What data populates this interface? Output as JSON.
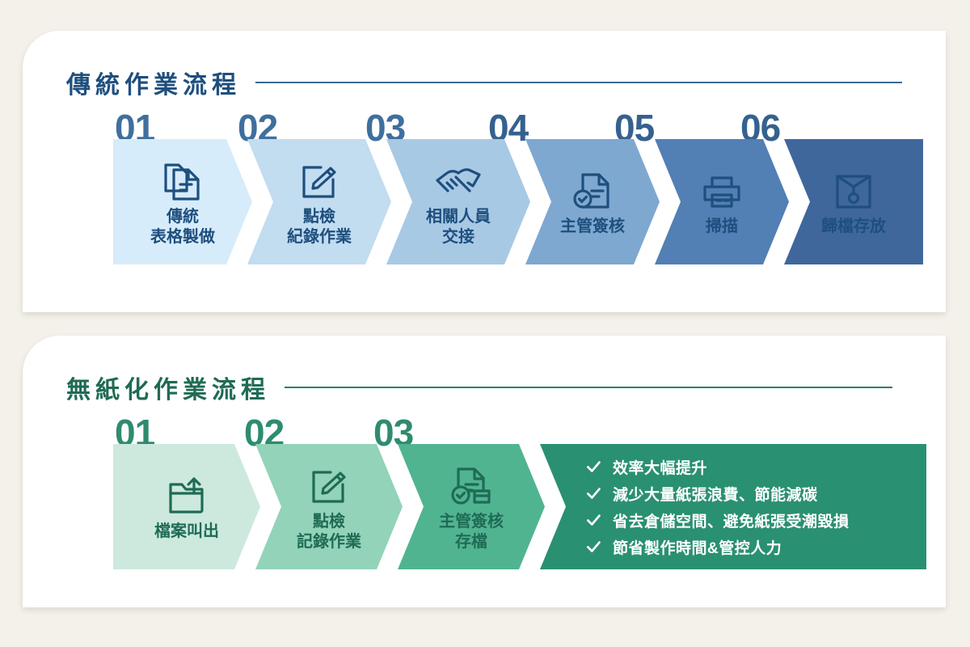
{
  "palette": {
    "page_background": "#f3f1ea",
    "card_background": "#ffffff",
    "blue_dark": "#1e4f7e",
    "blue_rule": "#3a6a93",
    "green_dark": "#1f6b55",
    "green_rule": "#2f7f66"
  },
  "traditional": {
    "title": "傳統作業流程",
    "steps": [
      {
        "number": "01",
        "number_color": "#3f6f9e",
        "fill": "#d7ecfa",
        "icon": "documents-icon",
        "label": "傳統\n表格製做"
      },
      {
        "number": "02",
        "number_color": "#3f6f9e",
        "fill": "#c2dcf0",
        "icon": "edit-note-icon",
        "label": "點檢\n紀錄作業"
      },
      {
        "number": "03",
        "number_color": "#3f6f9e",
        "fill": "#a8c9e4",
        "icon": "handshake-icon",
        "label": "相關人員\n交接"
      },
      {
        "number": "04",
        "number_color": "#35618f",
        "fill": "#7ea8d0",
        "icon": "document-check-icon",
        "label": "主管簽核"
      },
      {
        "number": "05",
        "number_color": "#35618f",
        "fill": "#527fb4",
        "icon": "printer-icon",
        "label": "掃描"
      },
      {
        "number": "06",
        "number_color": "#35618f",
        "fill": "#3f679c",
        "icon": "envelope-file-icon",
        "label": "歸檔存放"
      }
    ]
  },
  "paperless": {
    "title": "無紙化作業流程",
    "steps": [
      {
        "number": "01",
        "number_color": "#2f8b70",
        "fill": "#cde9de",
        "icon": "folder-upload-icon",
        "label": "檔案叫出"
      },
      {
        "number": "02",
        "number_color": "#2f8b70",
        "fill": "#93d3b9",
        "icon": "edit-note-icon",
        "label": "點檢\n記錄作業"
      },
      {
        "number": "03",
        "number_color": "#2f8b70",
        "fill": "#51b491",
        "icon": "document-check-file-icon",
        "label": "主管簽核\n存檔"
      }
    ],
    "benefits": {
      "fill": "#2a9072",
      "check_icon": "check-icon",
      "items": [
        "效率大幅提升",
        "減少大量紙張浪費、節能減碳",
        "省去倉儲空間、避免紙張受潮毀損",
        "節省製作時間&管控人力"
      ]
    }
  }
}
